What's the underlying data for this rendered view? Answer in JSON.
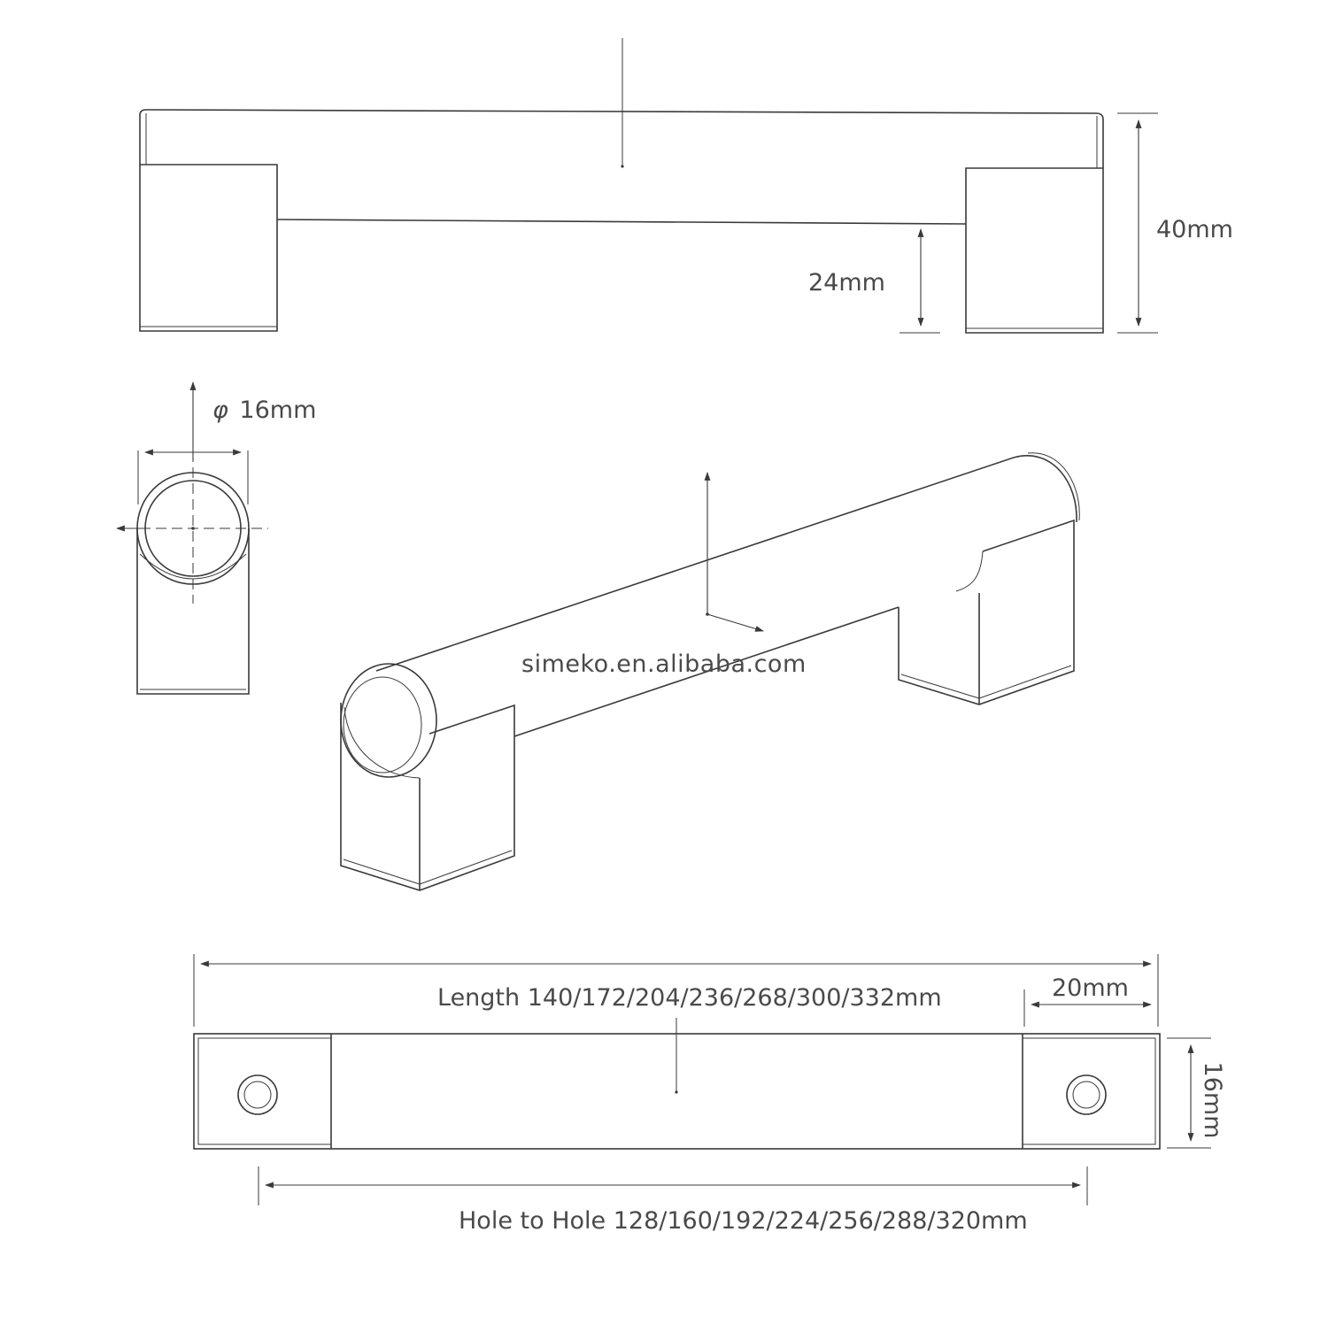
{
  "labels": {
    "height_total": "40mm",
    "height_clearance": "24mm",
    "diameter_symbol": "φ",
    "diameter": "16mm",
    "length": "Length 140/172/204/236/268/300/332mm",
    "foot_length": "20mm",
    "width": "16mm",
    "hole_to_hole": "Hole to Hole 128/160/192/224/256/288/320mm"
  },
  "watermark": "simeko.en.alibaba.com",
  "colors": {
    "line": "#3a3a3a",
    "text": "#4a4a4a",
    "background": "#ffffff"
  }
}
